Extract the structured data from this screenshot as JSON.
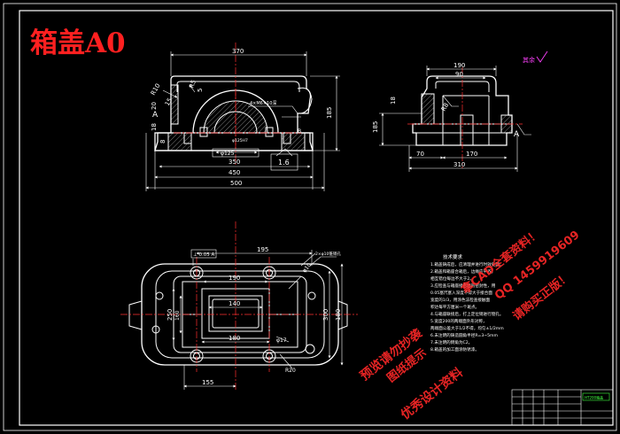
{
  "drawing": {
    "title": "箱盖A0",
    "surface_mark": "其余",
    "front_view": {
      "dims": {
        "top": "370",
        "height_right": "185",
        "bore": "φ125",
        "inner": "350",
        "outer": "450",
        "overall": "500",
        "r_left": "R10",
        "r_small": "R5",
        "h20": "20",
        "h18": "18",
        "h8": "8",
        "a15": "15",
        "small5": "5",
        "roughness": "1.6"
      },
      "labels": {
        "hole_note": "4×M6×10深",
        "center_note": "φ125H7",
        "a_tag": "A",
        "b_tag": "B"
      }
    },
    "side_view": {
      "dims": {
        "top": "190",
        "inner": "90",
        "r": "R8",
        "height": "185",
        "h18": "18",
        "left": "70",
        "mid": "170",
        "overall": "310"
      },
      "labels": {
        "a_tag": "A"
      }
    },
    "plan_view": {
      "dims": {
        "top": "195",
        "a190": "190",
        "a140": "140",
        "a180": "180",
        "left": "155",
        "d10": "φ10",
        "r20": "R20",
        "d17": "φ17",
        "w250": "250",
        "w300": "300",
        "w180": "180",
        "w160": "160"
      },
      "labels": {
        "tol_frame": "⊥ 0.05 A",
        "note_tag": "2×φ10锥销孔"
      }
    },
    "notes": {
      "heading": "技术要求",
      "lines": [
        "1.箱盖铸成后，应清理并进行时效处理。",
        "2.箱盖和箱座合箱后，边缘应平齐，",
        "  相互错位每边不大于2。",
        "3.应检查与箱座接合面的密封性，用",
        "  0.05塞尺塞入深度不得大于接合面",
        "  宽度的1/3，用涂色法检查接触面",
        "  积达每平方厘米一个斑点。",
        "4.与箱座联接后，打上定位销进行镗孔。",
        "5.宽度200的两端面外形对称，",
        "  两端面公差大于1/2不得，均匀±1/2mm",
        "6.未注明的铸造圆角半径R=3~5mm",
        "7.未注明的倒角为C2。",
        "8.箱盖的加工面涂防锈漆。"
      ]
    },
    "title_block": {
      "label": "HT200箱盖"
    },
    "watermark": {
      "line1": "预览请勿抄袭",
      "line2": "图纸提示",
      "line3": "优秀设计资料",
      "line4": "拿CAD全套资料！",
      "line5": "QQ 1459919609",
      "line6": "请购买正版！"
    },
    "colors": {
      "bg": "#000000",
      "line": "#ffffff",
      "dim": "#ffffff",
      "center": "#ff3030",
      "hatch": "#cccccc",
      "title": "#ff2020",
      "magenta": "#ff40ff",
      "green": "#40ff40",
      "watermark": "#ff2828"
    }
  }
}
